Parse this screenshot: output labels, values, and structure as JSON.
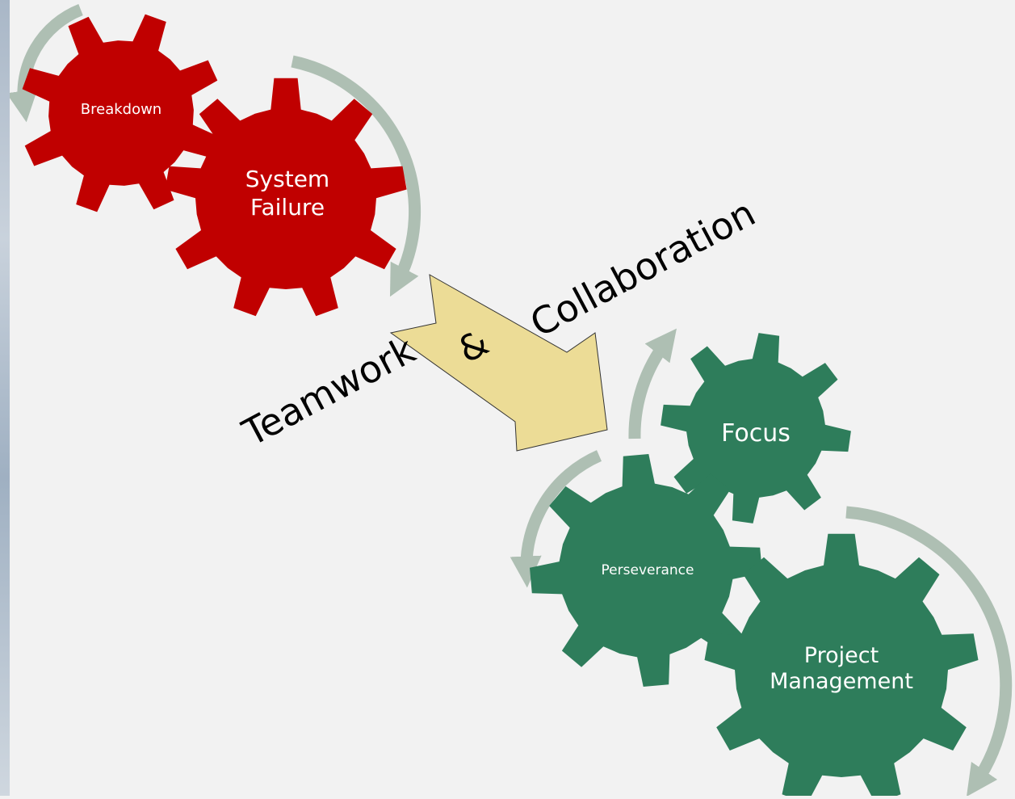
{
  "colors": {
    "background": "#f2f2f2",
    "red_gear": "#c00000",
    "green_gear": "#2e7d5b",
    "cycle_arrow": "#aebfb3",
    "process_arrow": "#ecdc96",
    "gear_text": "#ffffff",
    "label_text": "#000000"
  },
  "gears": {
    "breakdown": "Breakdown",
    "system_failure_line1": "System",
    "system_failure_line2": "Failure",
    "focus": "Focus",
    "perseverance": "Perseverance",
    "project_management_line1": "Project",
    "project_management_line2": "Management"
  },
  "transition": {
    "word1": "Teamwork",
    "ampersand": "&",
    "word2": "Collaboration"
  }
}
